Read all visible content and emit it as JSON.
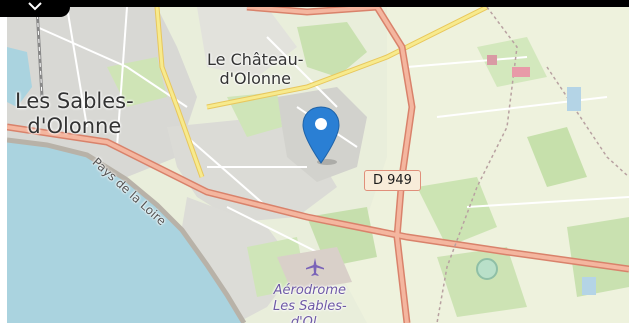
{
  "map": {
    "places": {
      "les_sables_line1": "Les Sables-",
      "les_sables_line2": "d'Olonne",
      "chateau_line1": "Le Château-",
      "chateau_line2": "d'Olonne"
    },
    "road_shield": "D 949",
    "street": "Pays de la Loire",
    "aerodrome_line1": "Aérodrome",
    "aerodrome_line2": "Les Sables-",
    "aerodrome_line3": "d'Ol..."
  },
  "icons": {
    "marker": "map-marker-icon",
    "airport": "airplane-icon"
  },
  "colors": {
    "sea": "#aad3df",
    "land": "#e8ecd9",
    "urban": "#d9d9d9",
    "green": "#c9e1b0",
    "major_road": "#e08f7a",
    "yellow_road": "#f3e37a",
    "marker": "#2a7fd4"
  }
}
